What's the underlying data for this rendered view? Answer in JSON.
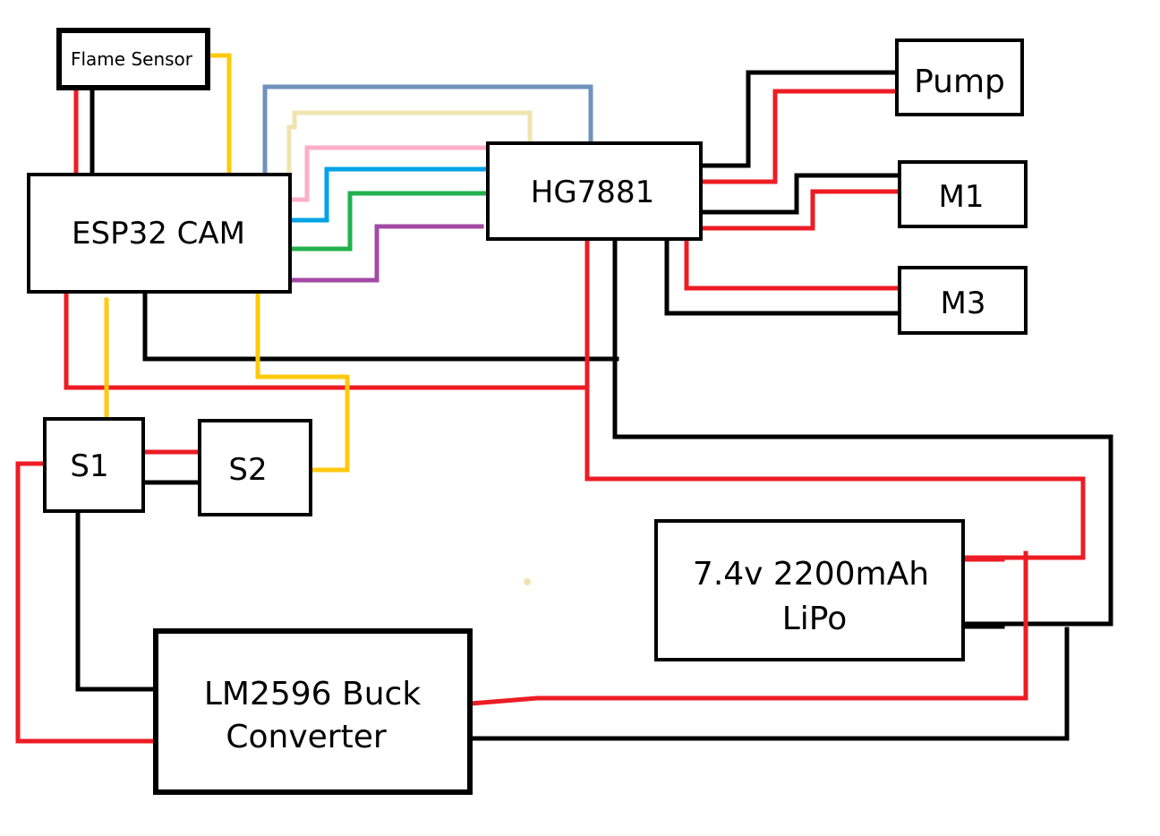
{
  "colors": {
    "red": "#ed1c24",
    "black": "#000000",
    "yellow": "#ffc90e",
    "steel_blue": "#7092be",
    "cream": "#efe4b0",
    "pink": "#ffaec9",
    "cyan": "#00a2e8",
    "green": "#22b14c",
    "purple": "#a349a4"
  },
  "components": {
    "flame_sensor": {
      "label": "Flame Sensor"
    },
    "esp32_cam": {
      "label": "ESP32 CAM"
    },
    "hg7881": {
      "label": "HG7881"
    },
    "pump": {
      "label": "Pump"
    },
    "m1": {
      "label": "M1"
    },
    "m3": {
      "label": "M3"
    },
    "s1": {
      "label": "S1"
    },
    "s2": {
      "label": "S2"
    },
    "lipo": {
      "label_line1": "7.4v 2200mAh",
      "label_line2": "LiPo"
    },
    "buck": {
      "label_line1": "LM2596 Buck",
      "label_line2": "Converter"
    }
  },
  "connections": [
    {
      "from": "flame_sensor",
      "to": "esp32_cam",
      "color": "red",
      "role": "power"
    },
    {
      "from": "flame_sensor",
      "to": "esp32_cam",
      "color": "black",
      "role": "ground"
    },
    {
      "from": "flame_sensor",
      "to": "esp32_cam",
      "color": "yellow",
      "role": "signal"
    },
    {
      "from": "esp32_cam",
      "to": "hg7881",
      "color": "steel_blue",
      "role": "signal"
    },
    {
      "from": "esp32_cam",
      "to": "hg7881",
      "color": "cream",
      "role": "signal"
    },
    {
      "from": "esp32_cam",
      "to": "hg7881",
      "color": "pink",
      "role": "signal"
    },
    {
      "from": "esp32_cam",
      "to": "hg7881",
      "color": "cyan",
      "role": "signal"
    },
    {
      "from": "esp32_cam",
      "to": "hg7881",
      "color": "green",
      "role": "signal"
    },
    {
      "from": "esp32_cam",
      "to": "hg7881",
      "color": "purple",
      "role": "signal"
    },
    {
      "from": "hg7881",
      "to": "pump",
      "color": "black",
      "role": "ground"
    },
    {
      "from": "hg7881",
      "to": "pump",
      "color": "red",
      "role": "power"
    },
    {
      "from": "hg7881",
      "to": "m1",
      "color": "black",
      "role": "ground"
    },
    {
      "from": "hg7881",
      "to": "m1",
      "color": "red",
      "role": "power"
    },
    {
      "from": "hg7881",
      "to": "m3",
      "color": "red",
      "role": "power"
    },
    {
      "from": "hg7881",
      "to": "m3",
      "color": "black",
      "role": "ground"
    },
    {
      "from": "esp32_cam",
      "to": "hg7881",
      "color": "black",
      "role": "ground"
    },
    {
      "from": "esp32_cam",
      "to": "hg7881",
      "color": "red",
      "role": "power"
    },
    {
      "from": "esp32_cam",
      "to": "s1",
      "color": "yellow",
      "role": "signal"
    },
    {
      "from": "esp32_cam",
      "to": "s2",
      "color": "yellow",
      "role": "signal"
    },
    {
      "from": "s1",
      "to": "s2",
      "color": "red",
      "role": "power"
    },
    {
      "from": "s1",
      "to": "s2",
      "color": "black",
      "role": "ground"
    },
    {
      "from": "hg7881",
      "to": "lipo",
      "color": "red",
      "role": "power"
    },
    {
      "from": "hg7881",
      "to": "lipo",
      "color": "black",
      "role": "ground"
    },
    {
      "from": "s1",
      "to": "buck",
      "color": "red",
      "role": "power"
    },
    {
      "from": "s1",
      "to": "buck",
      "color": "black",
      "role": "ground"
    },
    {
      "from": "buck",
      "to": "lipo",
      "color": "red",
      "role": "power"
    },
    {
      "from": "buck",
      "to": "lipo",
      "color": "black",
      "role": "ground"
    }
  ]
}
